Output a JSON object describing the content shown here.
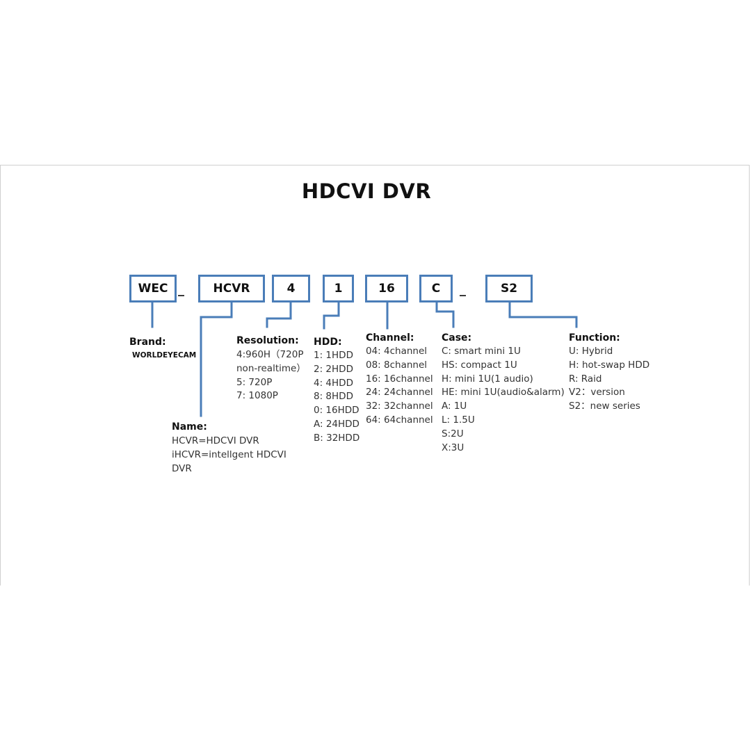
{
  "title": "HDCVI DVR",
  "separator": "_",
  "code_boxes": [
    {
      "id": "wec",
      "text": "WEC"
    },
    {
      "id": "hcvr",
      "text": "HCVR"
    },
    {
      "id": "resolution",
      "text": "4"
    },
    {
      "id": "hdd",
      "text": "1"
    },
    {
      "id": "channel",
      "text": "16"
    },
    {
      "id": "case",
      "text": "C"
    },
    {
      "id": "function",
      "text": "S2"
    }
  ],
  "brand": {
    "heading": "Brand:",
    "value": "WORLDEYECAM"
  },
  "name": {
    "heading": "Name:",
    "lines": [
      "HCVR=HDCVI DVR",
      "iHCVR=intellgent HDCVI",
      "DVR"
    ]
  },
  "resolution": {
    "heading": "Resolution:",
    "lines": [
      "4:960H（720P",
      "non-realtime）",
      "5: 720P",
      "7: 1080P"
    ]
  },
  "hdd": {
    "heading": "HDD:",
    "lines": [
      "1: 1HDD",
      "2: 2HDD",
      "4: 4HDD",
      "8: 8HDD",
      "0: 16HDD",
      "A: 24HDD",
      "B: 32HDD"
    ]
  },
  "channel": {
    "heading": "Channel:",
    "lines": [
      "04: 4channel",
      "08: 8channel",
      "16: 16channel",
      "24: 24channel",
      "32: 32channel",
      "64: 64channel"
    ]
  },
  "case": {
    "heading": "Case:",
    "lines": [
      "C: smart mini 1U",
      "HS: compact 1U",
      "H: mini 1U(1 audio)",
      "HE: mini 1U(audio&alarm)",
      "A: 1U",
      "L: 1.5U",
      "S:2U",
      "X:3U"
    ]
  },
  "function": {
    "heading": "Function:",
    "lines": [
      "U: Hybrid",
      "H: hot-swap HDD",
      "R: Raid",
      "V2：version",
      "S2：new series"
    ]
  },
  "colors": {
    "box_border": "#4a7db8",
    "connector": "#4a7db8",
    "panel_border": "#cfcfcf"
  }
}
